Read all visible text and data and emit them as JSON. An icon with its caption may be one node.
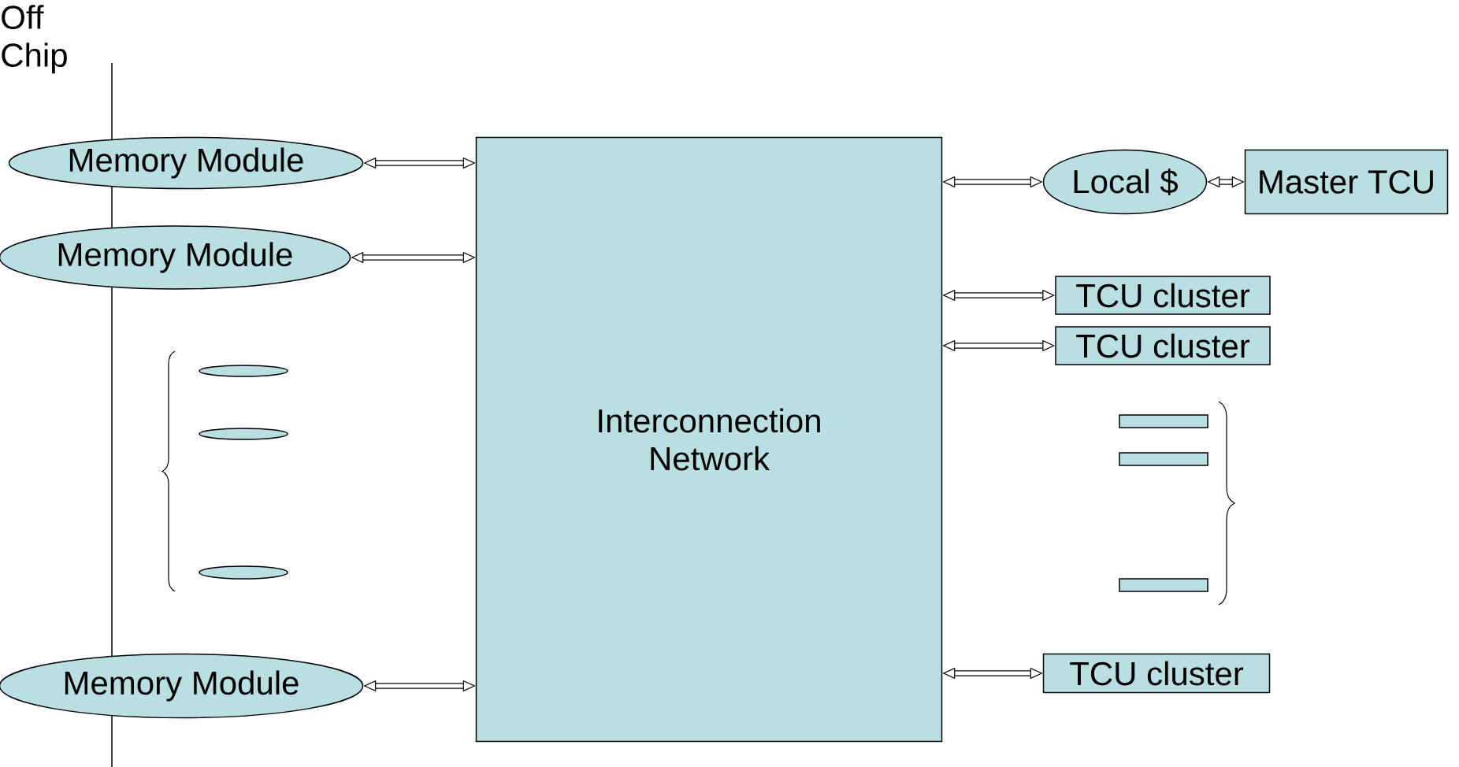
{
  "diagram": {
    "nodes": [
      {
        "text": [
          "Memory Module"
        ]
      },
      {
        "text": [
          "Memory Module"
        ]
      },
      {
        "text": [],
        "shape": "ellipse"
      },
      {
        "text": [],
        "shape": "ellipse"
      },
      {
        "text": [],
        "shape": "ellipse"
      },
      {
        "text": [
          "Memory Module"
        ]
      },
      {
        "text": [
          "Interconnection Network"
        ]
      },
      {
        "text": [
          "Local $"
        ]
      },
      {
        "text": [
          "Master TCU"
        ]
      },
      {
        "text": [
          "TCU cluster"
        ]
      },
      {
        "text": [
          "TCU cluster"
        ]
      },
      {
        "text": [],
        "shape": "box"
      },
      {
        "text": [],
        "shape": "box"
      },
      {
        "text": [],
        "shape": "box"
      },
      {
        "text": [
          "TCU cluster"
        ]
      }
    ],
    "edges": [
      {
        "from": 0,
        "to": 6,
        "arrow": "both"
      },
      {
        "from": 1,
        "to": 6,
        "arrow": "both"
      },
      {
        "from": 5,
        "to": 6,
        "arrow": "both"
      },
      {
        "from": 6,
        "to": 7,
        "arrow": "both"
      },
      {
        "from": 7,
        "to": 8,
        "arrow": "both"
      },
      {
        "from": 6,
        "to": 9,
        "arrow": "both"
      },
      {
        "from": 6,
        "to": 10,
        "arrow": "both"
      },
      {
        "from": 6,
        "to": 14,
        "arrow": "both"
      }
    ],
    "labels": [
      "Off Chip"
    ]
  }
}
